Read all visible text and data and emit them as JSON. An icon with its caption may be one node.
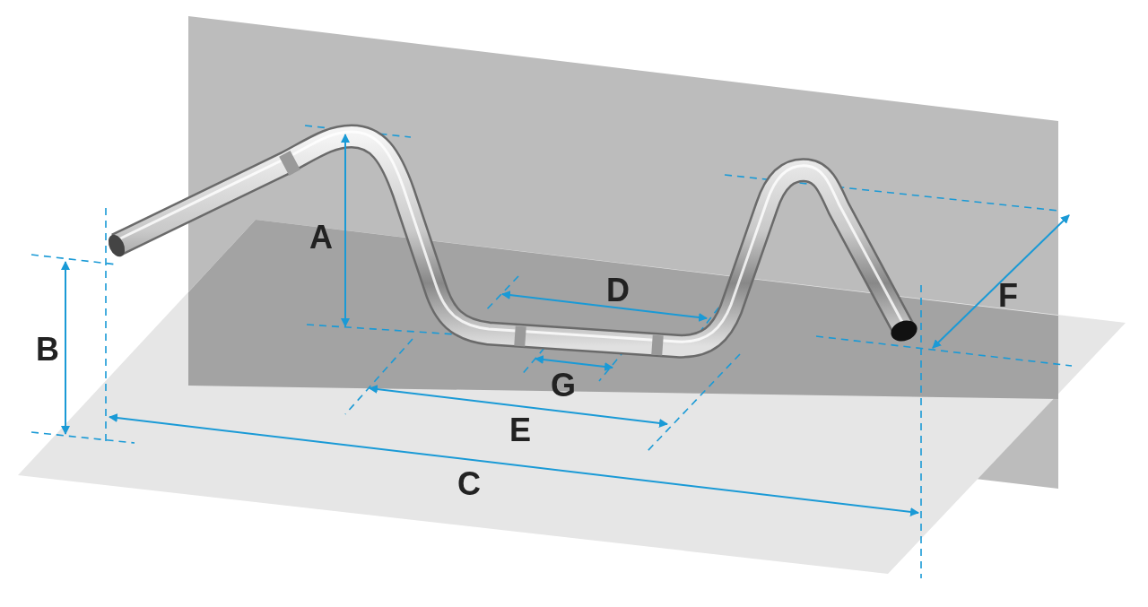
{
  "diagram": {
    "labels": [
      "A",
      "D",
      "F",
      "B",
      "G",
      "E",
      "C"
    ]
  }
}
